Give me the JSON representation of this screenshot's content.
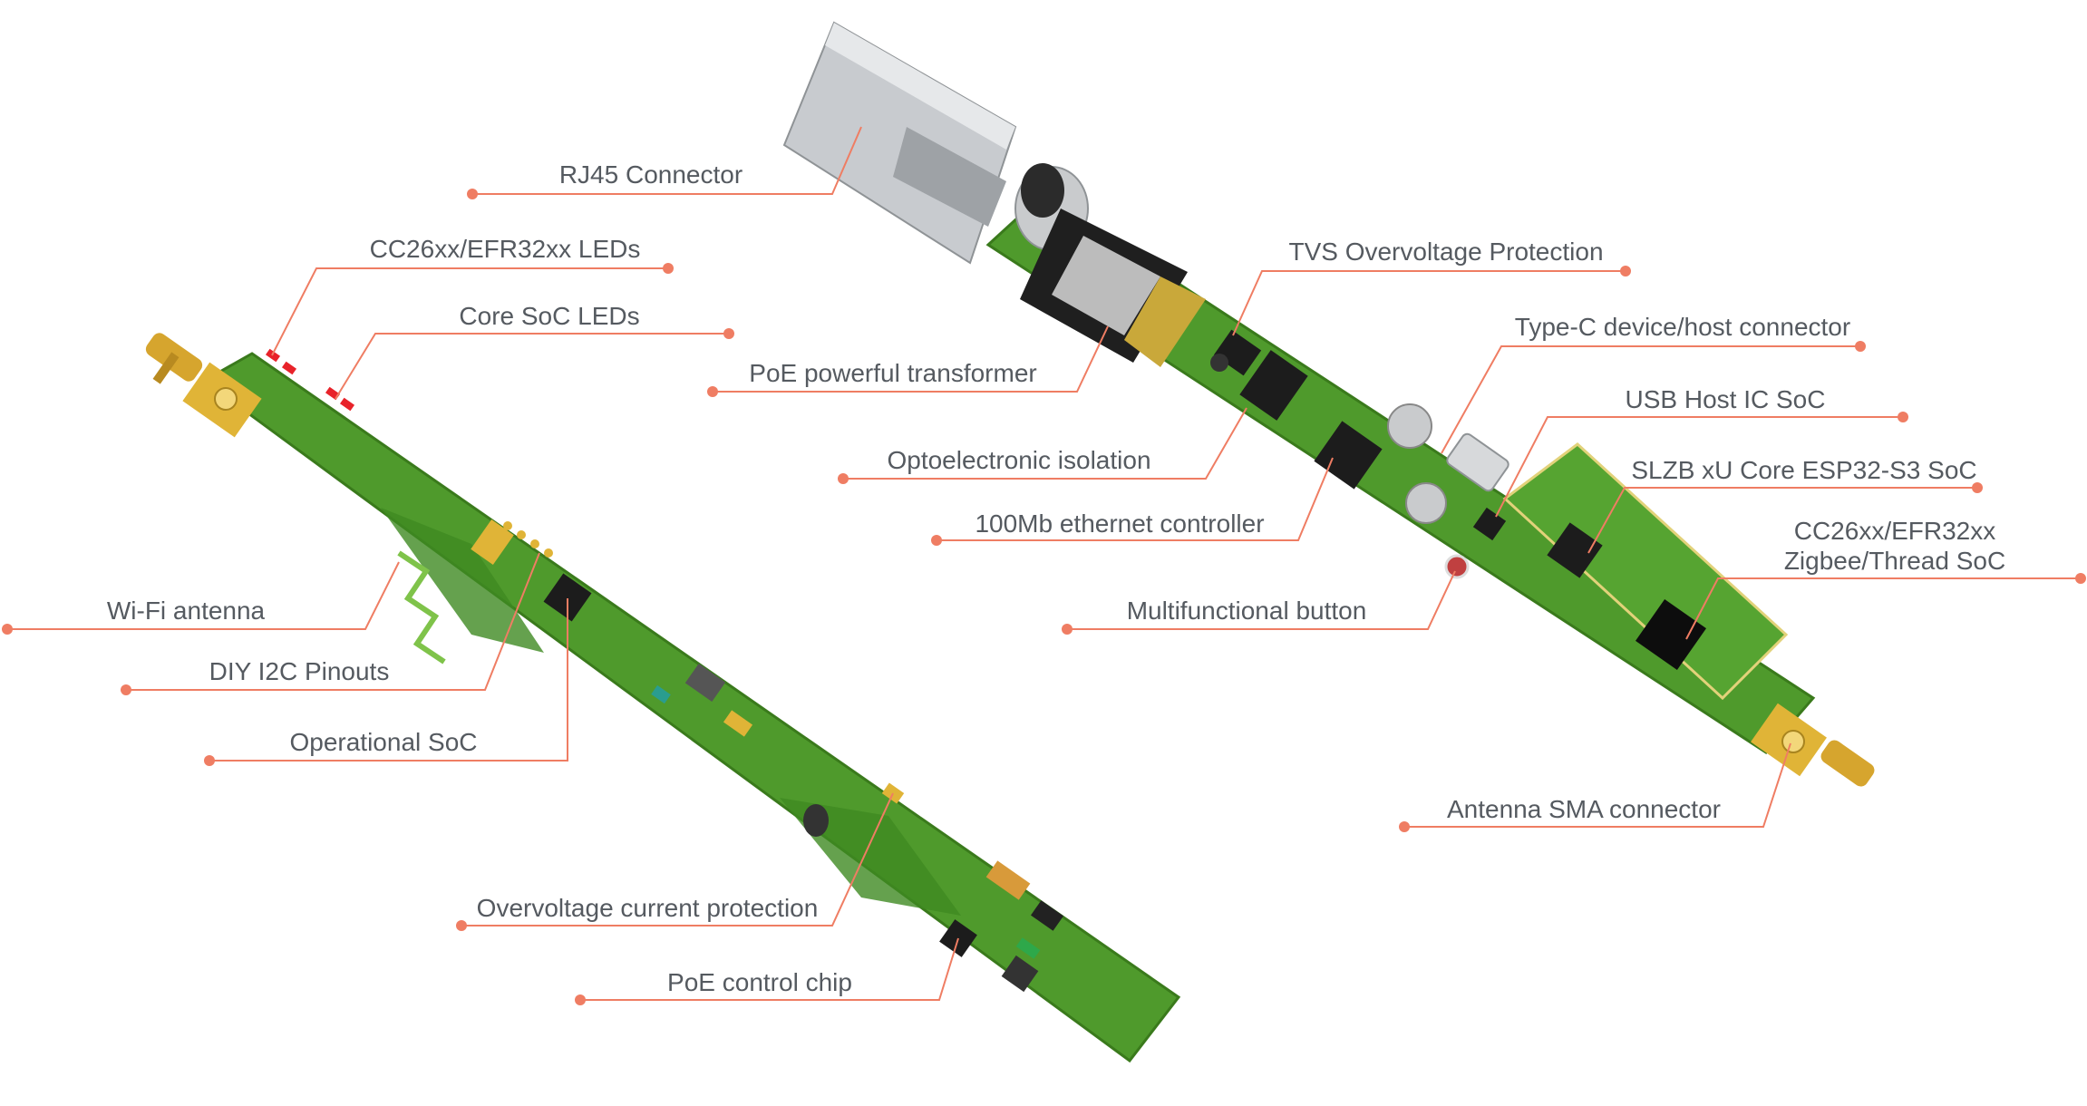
{
  "colors": {
    "leader": "#ef7d63",
    "label_text": "#555a60",
    "pcb_green": "#4f9a2c",
    "pcb_dark": "#3b7d1f",
    "pcb_edge": "#c8b34a",
    "chip": "#1c1c1c",
    "gold": "#e0b437",
    "led_red": "#e8232a",
    "metal": "#b9bcbf",
    "transformer_yellow": "#c9a83a"
  },
  "callouts": [
    {
      "id": "rj45-connector",
      "text": "RJ45 Connector"
    },
    {
      "id": "cc26xx-efr32xx-leds",
      "text": "CC26xx/EFR32xx LEDs"
    },
    {
      "id": "core-soc-leds",
      "text": "Core SoC LEDs"
    },
    {
      "id": "tvs-overvoltage-protection",
      "text": "TVS Overvoltage Protection"
    },
    {
      "id": "type-c-connector",
      "text": "Type-C device/host connector"
    },
    {
      "id": "poe-transformer",
      "text": "PoE powerful transformer"
    },
    {
      "id": "usb-host-ic-soc",
      "text": "USB Host IC SoC"
    },
    {
      "id": "optoelectronic-isolation",
      "text": "Optoelectronic isolation"
    },
    {
      "id": "slzb-core-soc",
      "text": "SLZB xU Core ESP32-S3 SoC"
    },
    {
      "id": "ethernet-controller",
      "text": "100Mb ethernet controller"
    },
    {
      "id": "zigbee-thread-soc-line1",
      "text": "CC26xx/EFR32xx"
    },
    {
      "id": "zigbee-thread-soc-line2",
      "text": "Zigbee/Thread SoC"
    },
    {
      "id": "wifi-antenna",
      "text": "Wi-Fi antenna"
    },
    {
      "id": "multifunctional-button",
      "text": "Multifunctional button"
    },
    {
      "id": "diy-i2c-pinouts",
      "text": "DIY I2C Pinouts"
    },
    {
      "id": "operational-soc",
      "text": "Operational SoC"
    },
    {
      "id": "antenna-sma-connector",
      "text": "Antenna SMA connector"
    },
    {
      "id": "overvoltage-current-protection",
      "text": "Overvoltage current protection"
    },
    {
      "id": "poe-control-chip",
      "text": "PoE control chip"
    }
  ]
}
